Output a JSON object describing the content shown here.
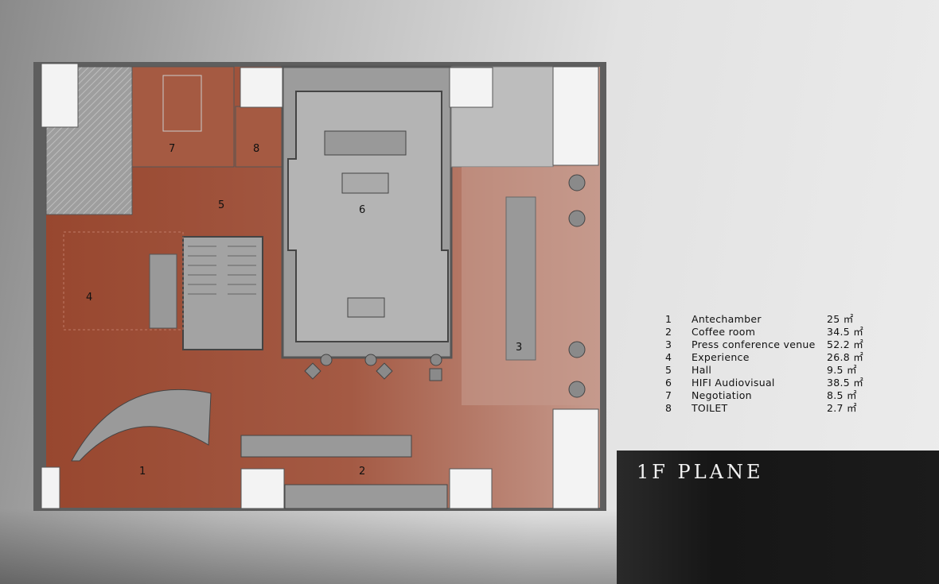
{
  "title": "1F PLANE",
  "rooms": [
    {
      "num": "1",
      "name": "Antechamber",
      "area": "25 ㎡"
    },
    {
      "num": "2",
      "name": "Coffee room",
      "area": "34.5 ㎡"
    },
    {
      "num": "3",
      "name": "Press conference venue",
      "area": "52.2 ㎡"
    },
    {
      "num": "4",
      "name": "Experience",
      "area": "26.8 ㎡"
    },
    {
      "num": "5",
      "name": "Hall",
      "area": "9.5 ㎡"
    },
    {
      "num": "6",
      "name": "HIFI Audiovisual",
      "area": "38.5 ㎡"
    },
    {
      "num": "7",
      "name": "Negotiation",
      "area": "8.5 ㎡"
    },
    {
      "num": "8",
      "name": "TOILET",
      "area": "2.7 ㎡"
    }
  ],
  "colors": {
    "floor": "#9c4f38",
    "floor_light": "#c9a59a",
    "wall": "#6b6b6b",
    "grey_room": "#a9a9a9",
    "column": "#f2f2f2"
  }
}
